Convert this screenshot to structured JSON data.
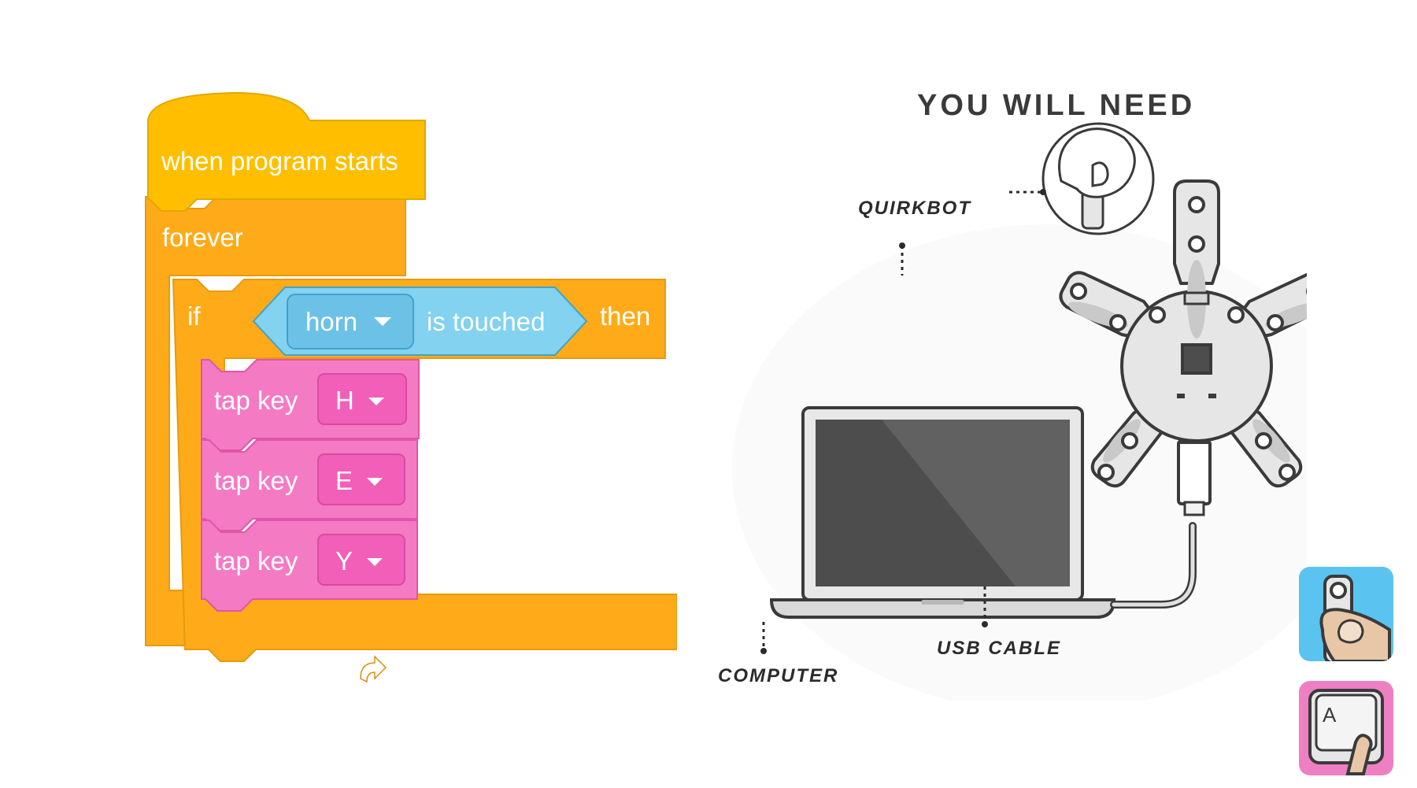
{
  "program": {
    "hat_label": "when program starts",
    "forever_label": "forever",
    "if_label": "if",
    "then_label": "then",
    "condition": {
      "dropdown_value": "horn",
      "label": "is touched"
    },
    "actions": [
      {
        "label": "tap key",
        "key": "H"
      },
      {
        "label": "tap key",
        "key": "E"
      },
      {
        "label": "tap key",
        "key": "Y"
      }
    ],
    "loop_icon": "loop-arrow-icon"
  },
  "you_will_need": {
    "title": "YOU WILL NEED",
    "labels": {
      "quirkbot": "QUIRKBOT",
      "usb_cable": "USB CABLE",
      "computer": "COMPUTER"
    }
  },
  "categories": [
    {
      "name": "touch-input",
      "icon": "finger-touch-icon",
      "color": "#5ac3ef"
    },
    {
      "name": "keyboard-output",
      "icon": "key-press-icon",
      "color": "#ef7fc3",
      "key_glyph": "A"
    }
  ],
  "colors": {
    "hat": "#ffbf00",
    "control": "#ffab19",
    "sensing": "#5cb1d6",
    "sensing_light": "#82d2f0",
    "action": "#f47ac3",
    "action_field": "#f25fb9"
  }
}
